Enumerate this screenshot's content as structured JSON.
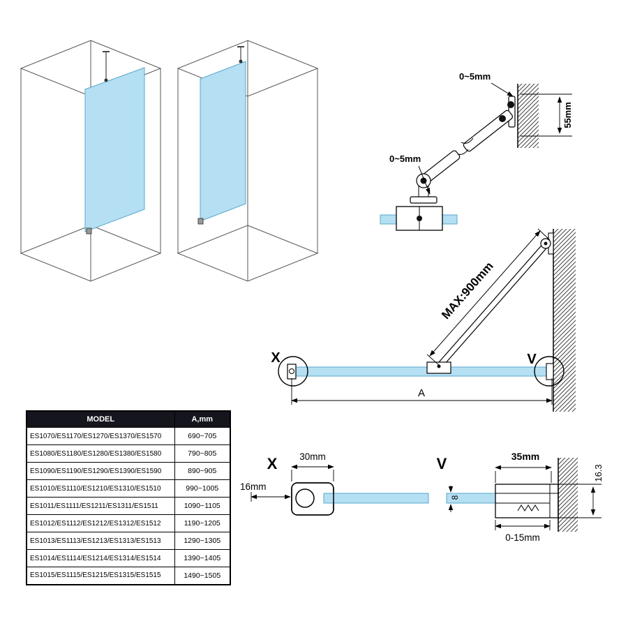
{
  "colors": {
    "glass_fill": "#b5dff2",
    "glass_stroke": "#58a8cc",
    "line": "#000000",
    "iso_line": "#555555",
    "table_header_bg": "#15151e",
    "table_header_text": "#ffffff"
  },
  "bracket_detail": {
    "gap_top_label": "0~5mm",
    "gap_bottom_label": "0~5mm",
    "wall_dim_label": "55mm"
  },
  "elevation": {
    "max_label": "MAX:900mm",
    "detail_x_label": "X",
    "detail_v_label": "V",
    "width_dim_label": "A"
  },
  "section_x": {
    "title": "X",
    "profile_width_label": "30mm",
    "profile_offset_label": "16mm"
  },
  "section_v": {
    "title": "V",
    "profile_width_label": "35mm",
    "profile_height_label": "16.3",
    "glass_thickness_label": "8",
    "adjust_range_label": "0-15mm"
  },
  "table": {
    "headers": [
      "MODEL",
      "A,mm"
    ],
    "rows": [
      {
        "model": "ES1070/ES1170/ES1270/ES1370/ES1570",
        "a_mm": "690~705"
      },
      {
        "model": "ES1080/ES1180/ES1280/ES1380/ES1580",
        "a_mm": "790~805"
      },
      {
        "model": "ES1090/ES1190/ES1290/ES1390/ES1590",
        "a_mm": "890~905"
      },
      {
        "model": "ES1010/ES1110/ES1210/ES1310/ES1510",
        "a_mm": "990~1005"
      },
      {
        "model": "ES1011/ES1111/ES1211/ES1311/ES1511",
        "a_mm": "1090~1105"
      },
      {
        "model": "ES1012/ES1112/ES1212/ES1312/ES1512",
        "a_mm": "1190~1205"
      },
      {
        "model": "ES1013/ES1113/ES1213/ES1313/ES1513",
        "a_mm": "1290~1305"
      },
      {
        "model": "ES1014/ES1114/ES1214/ES1314/ES1514",
        "a_mm": "1390~1405"
      },
      {
        "model": "ES1015/ES1115/ES1215/ES1315/ES1515",
        "a_mm": "1490~1505"
      }
    ]
  }
}
